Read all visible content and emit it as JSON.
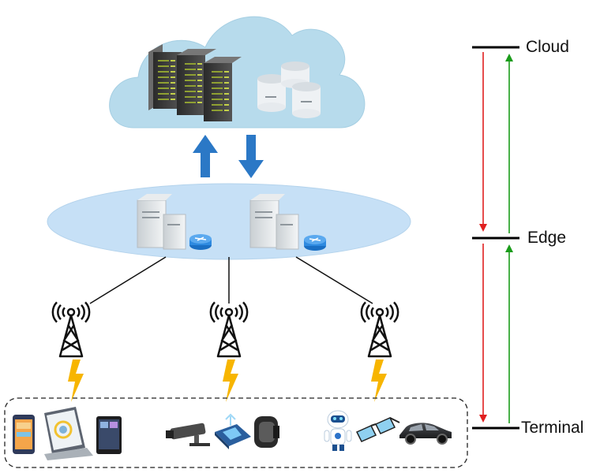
{
  "levels": {
    "cloud": "Cloud",
    "edge": "Edge",
    "terminal": "Terminal"
  },
  "colors": {
    "cloud_fill": "#b7dbec",
    "edge_fill": "#c6e0f6",
    "up_arrow": "#1b9c1b",
    "down_arrow": "#e02020",
    "transfer_arrow": "#2b78c6",
    "signal": "#f7b500"
  },
  "icons": {
    "cloud": [
      "server-rack-icon",
      "server-rack-icon",
      "server-rack-icon",
      "database-icon",
      "database-icon",
      "database-icon"
    ],
    "edge": [
      "edge-server-icon",
      "router-icon",
      "edge-server-icon",
      "router-icon"
    ],
    "towers": [
      "cell-tower-icon",
      "cell-tower-icon",
      "cell-tower-icon"
    ],
    "terminal_devices": [
      "smartphone-icon",
      "laptop-icon",
      "tablet-icon",
      "cctv-camera-icon",
      "smart-chip-icon",
      "smartwatch-icon",
      "robot-icon",
      "smart-glasses-icon",
      "car-icon"
    ]
  }
}
